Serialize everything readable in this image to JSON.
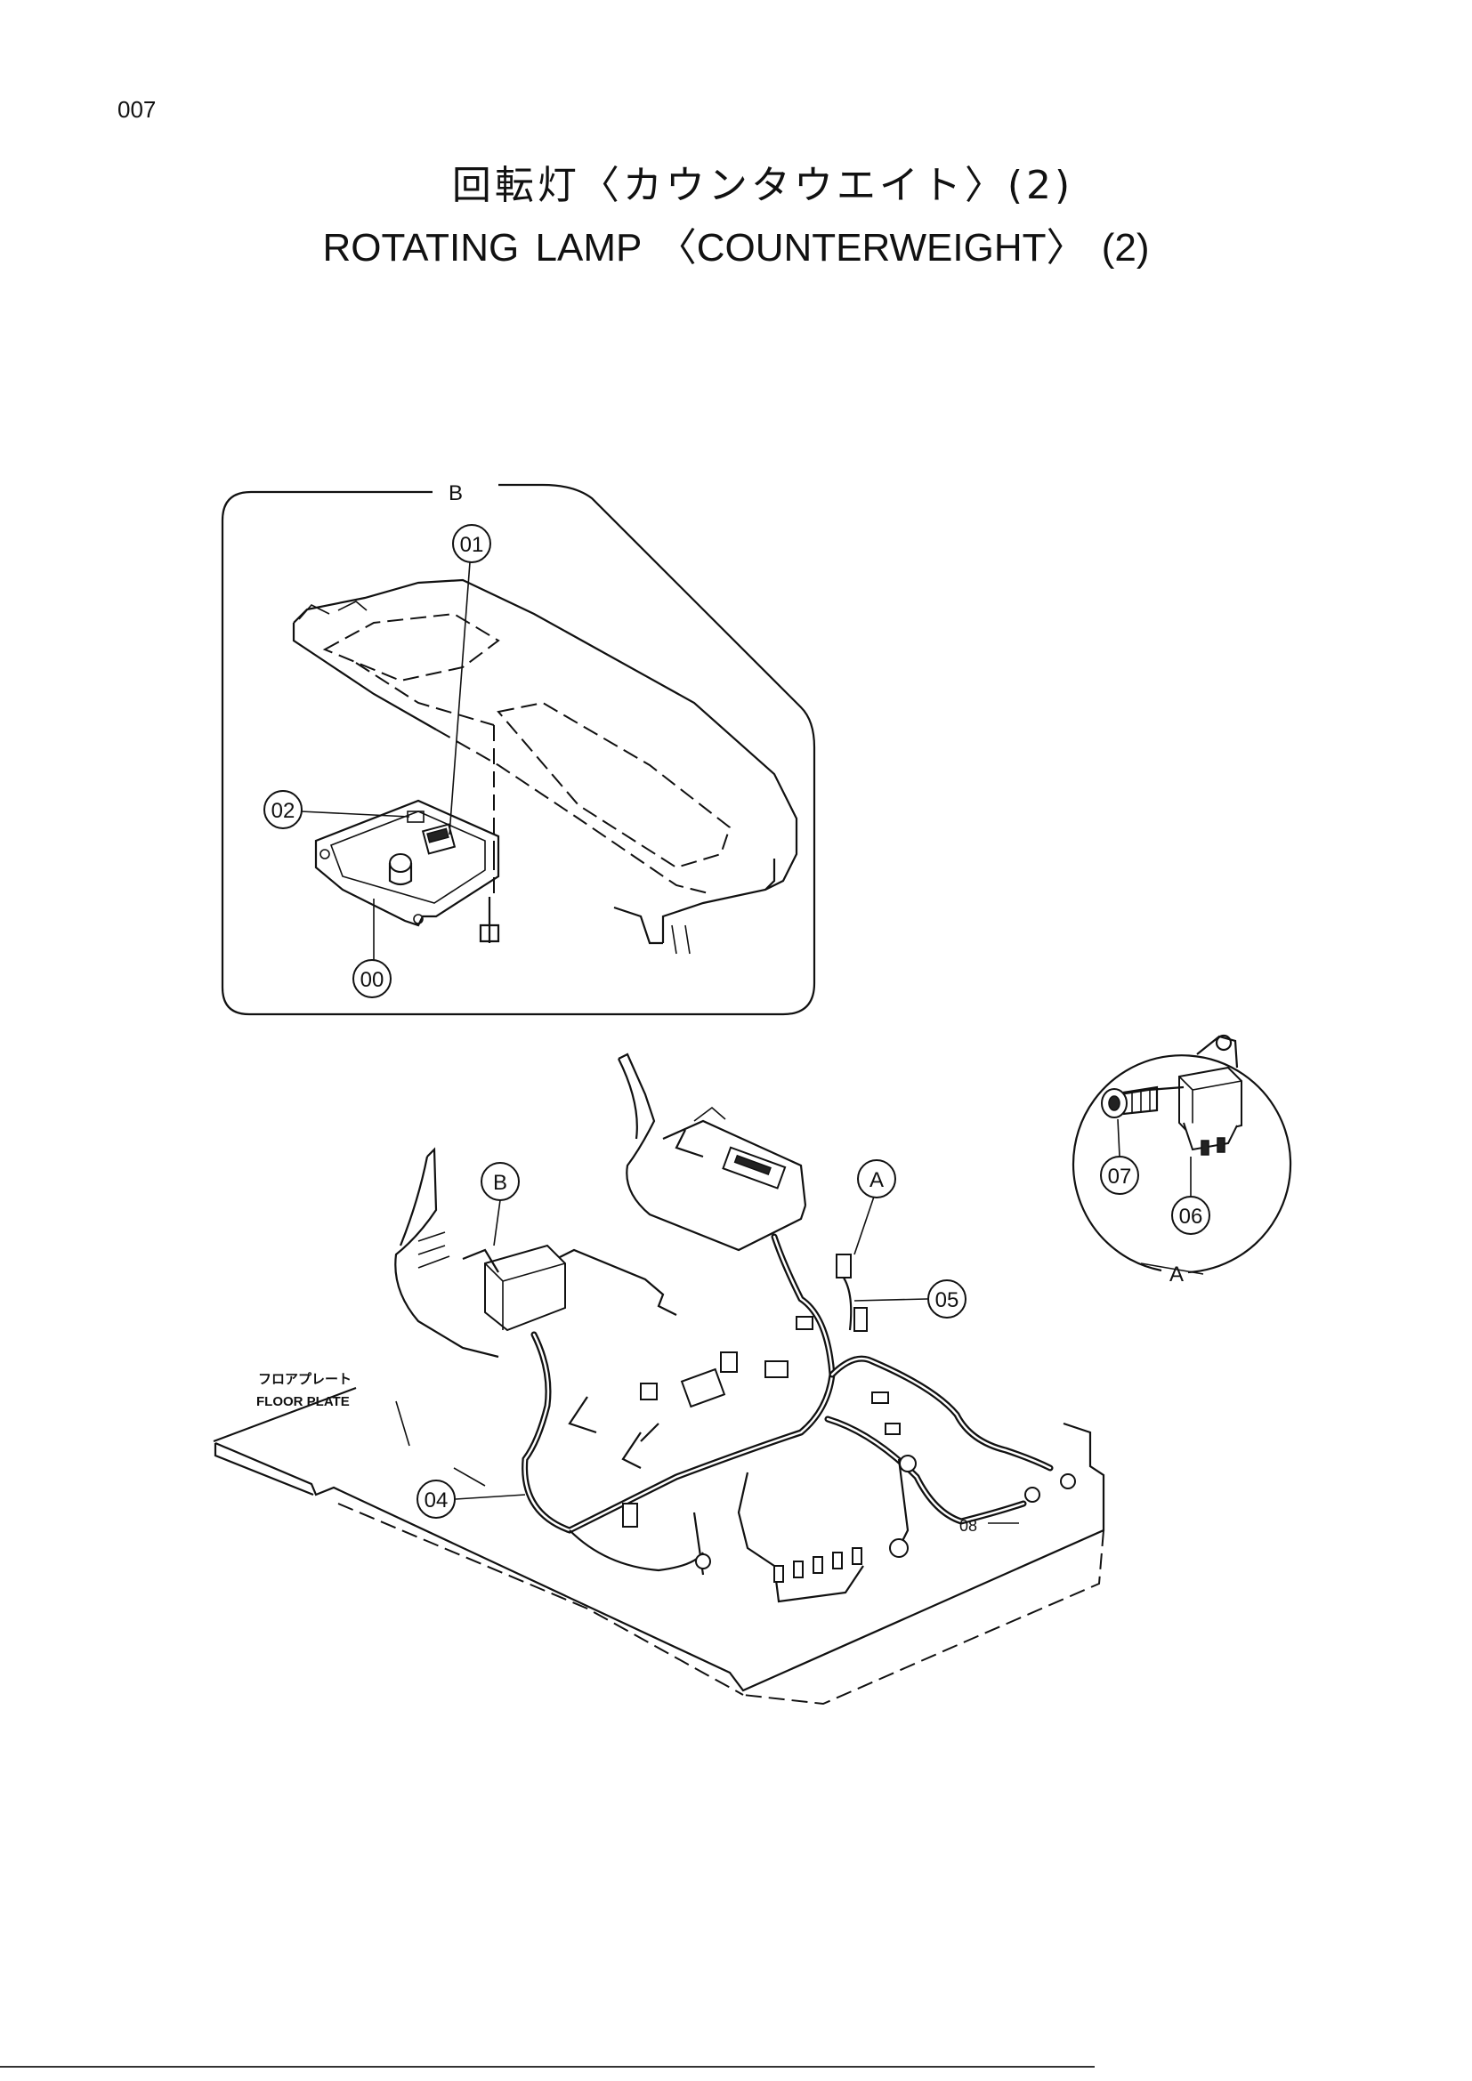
{
  "page_number": "007",
  "title": {
    "jp": "回転灯〈カウンタウエイト〉(2)",
    "en": "ROTATING   LAMP 〈COUNTERWEIGHT〉 (2)"
  },
  "views": {
    "detail_b": "B",
    "detail_a": "A"
  },
  "callouts": {
    "c00": "00",
    "c01": "01",
    "c02": "02",
    "c04": "04",
    "c05": "05",
    "c06": "06",
    "c07": "07",
    "c08": "08",
    "ref_a": "A",
    "ref_b": "B"
  },
  "labels": {
    "floor_plate_jp": "フロアプレート",
    "floor_plate_en": "FLOOR PLATE"
  }
}
